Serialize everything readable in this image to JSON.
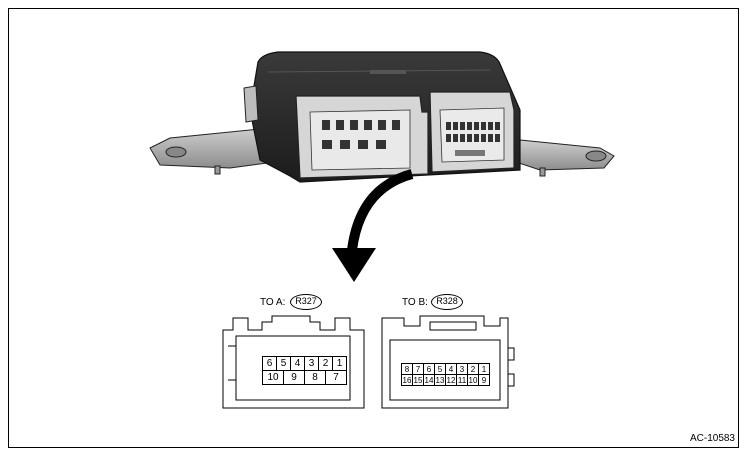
{
  "connector_a": {
    "prefix": "TO A:",
    "ref": "R327",
    "pins_top": [
      "6",
      "5",
      "4",
      "3",
      "2",
      "1"
    ],
    "pins_bottom": [
      "10",
      "9",
      "8",
      "7"
    ]
  },
  "connector_b": {
    "prefix": "TO B:",
    "ref": "R328",
    "pins_top": [
      "8",
      "7",
      "6",
      "5",
      "4",
      "3",
      "2",
      "1"
    ],
    "pins_bottom": [
      "16",
      "15",
      "14",
      "13",
      "12",
      "11",
      "10",
      "9"
    ]
  },
  "doc_id": "AC-10583"
}
